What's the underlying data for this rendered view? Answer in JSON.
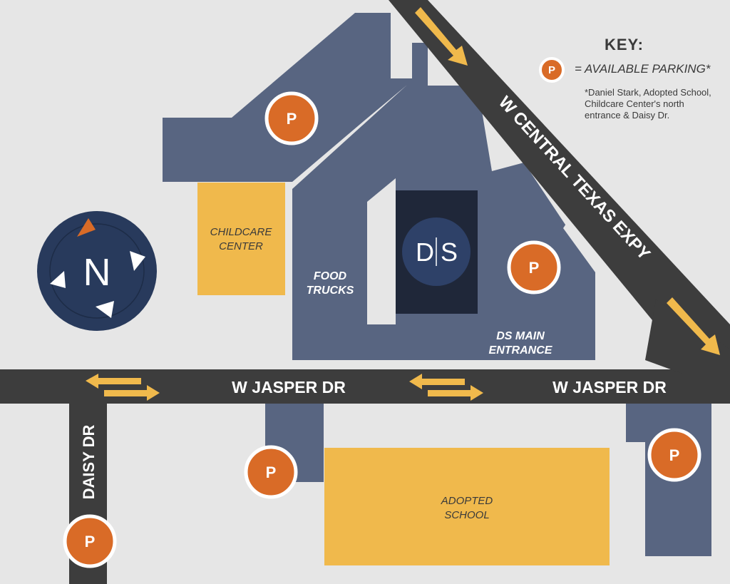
{
  "key": {
    "title": "KEY:",
    "parking_symbol": "P",
    "parking_label": "= AVAILABLE PARKING*",
    "note": "*Daniel Stark, Adopted School, Childcare Center's north entrance & Daisy Dr."
  },
  "roads": {
    "central_expy": "W CENTRAL TEXAS EXPY",
    "jasper_west": "W JASPER DR",
    "jasper_east": "W JASPER DR",
    "daisy": "DAISY DR"
  },
  "places": {
    "childcare_line1": "CHILDCARE",
    "childcare_line2": "CENTER",
    "food_trucks_line1": "FOOD",
    "food_trucks_line2": "TRUCKS",
    "main_entrance_line1": "DS MAIN",
    "main_entrance_line2": "ENTRANCE",
    "school_line1": "ADOPTED",
    "school_line2": "SCHOOL",
    "logo_left": "D",
    "logo_right": "S"
  },
  "compass": {
    "letter": "N"
  },
  "parking_markers": [
    {
      "label": "P"
    },
    {
      "label": "P"
    },
    {
      "label": "P"
    },
    {
      "label": "P"
    },
    {
      "label": "P"
    }
  ],
  "colors": {
    "background": "#e6e6e6",
    "road": "#3d3d3d",
    "lot": "#586581",
    "building": "#f0b94c",
    "ds_building": "#1f2739",
    "parking": "#d96b27",
    "compass": "#283a5c",
    "arrow": "#f0b94c"
  }
}
